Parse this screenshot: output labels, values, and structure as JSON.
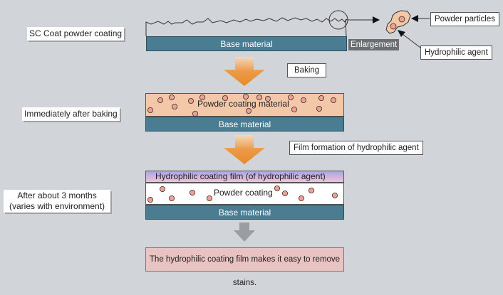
{
  "stages": [
    {
      "label": "SC Coat powder coating"
    },
    {
      "label": "Immediately after baking"
    },
    {
      "label_line1": "After about 3 months",
      "label_line2": "(varies with environment)"
    }
  ],
  "layers": {
    "base_material": "Base material",
    "powder_coating_material": "Powder coating material",
    "hydrophilic_film": "Hydrophilic coating film (of hydrophilic agent)",
    "powder_coating": "Powder coating"
  },
  "callouts": {
    "enlargement": "Enlargement",
    "powder_particles": "Powder particles",
    "hydrophilic_agent": "Hydrophilic agent"
  },
  "steps": {
    "baking": "Baking",
    "film_formation": "Film formation of hydrophilic agent"
  },
  "result": "The hydrophilic coating film makes it easy to remove stains.",
  "colors": {
    "base": "#4a7c92",
    "powder": "#f2c8a8",
    "particle": "#f0a090",
    "arrow_orange": "#e88a2a",
    "arrow_gray": "#9a9ea3",
    "result_bg": "#e8c3c1",
    "film_top": "#a9a8e0",
    "film_bottom": "#f1c2d8"
  }
}
